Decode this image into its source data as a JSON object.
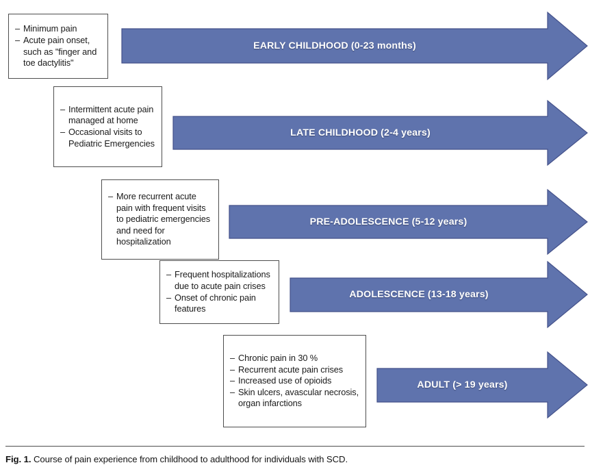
{
  "figure": {
    "caption_label": "Fig. 1.",
    "caption_text": "Course of pain experience from childhood to adulthood for individuals with SCD.",
    "accent_color": "#5f73ad",
    "arrow_outline_color": "#44518a",
    "box_border_color": "#4d4d4d",
    "text_color": "#1a1a1a"
  },
  "stages": [
    {
      "id": "early-childhood",
      "arrow_label": "EARLY CHILDHOOD (0-23 months)",
      "bullets": [
        "Minimum pain",
        "Acute pain onset, such as \"finger and toe dactylitis\""
      ]
    },
    {
      "id": "late-childhood",
      "arrow_label": "LATE CHILDHOOD (2-4 years)",
      "bullets": [
        "Intermittent acute pain managed at home",
        "Occasional visits to Pediatric Emergencies"
      ]
    },
    {
      "id": "pre-adolescence",
      "arrow_label": "PRE-ADOLESCENCE (5-12 years)",
      "bullets": [
        "More recurrent acute pain with frequent visits to pediatric emergencies and need for hospitalization"
      ]
    },
    {
      "id": "adolescence",
      "arrow_label": "ADOLESCENCE (13-18 years)",
      "bullets": [
        "Frequent hospitalizations due to acute pain crises",
        "Onset of chronic pain features"
      ]
    },
    {
      "id": "adult",
      "arrow_label": "ADULT (> 19 years)",
      "bullets": [
        "Chronic pain in 30 %",
        "Recurrent acute pain crises",
        "Increased use of opioids",
        "Skin ulcers, avascular necrosis, organ infarctions"
      ]
    }
  ]
}
